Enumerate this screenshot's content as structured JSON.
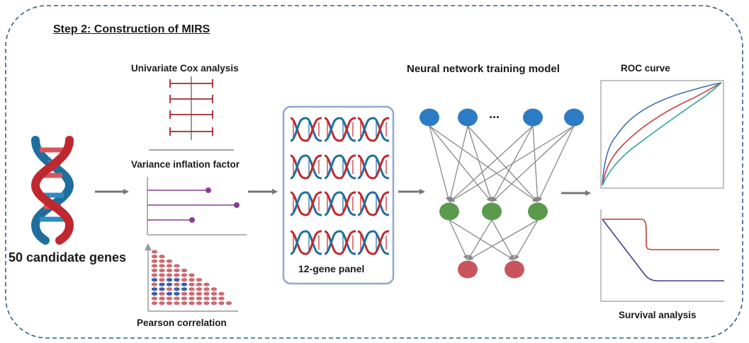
{
  "title": "Step 2: Construction of MIRS",
  "input_label": "50 candidate genes",
  "methods": {
    "cox": "Univariate Cox analysis",
    "vif": "Variance inflation factor",
    "pearson": "Pearson correlation"
  },
  "panel_label": "12-gene panel",
  "nn_title": "Neural network training model",
  "nn_ellipsis": "...",
  "roc_label": "ROC curve",
  "survival_label": "Survival analysis",
  "colors": {
    "border": "#2f5f8a",
    "dna_red": "#c0282f",
    "dna_blue": "#1f6e9e",
    "node_blue": "#2c7bc4",
    "node_green": "#5a9a4c",
    "node_red": "#c9555c",
    "panel_border": "#8fa9cf",
    "forest": "#a0282e",
    "lollipop": "#8a3d96",
    "roc_blue": "#3a6fb5",
    "roc_red": "#c8423f",
    "roc_teal": "#2aa39a",
    "surv_red": "#b8402e",
    "surv_blue": "#3f3e8f"
  }
}
